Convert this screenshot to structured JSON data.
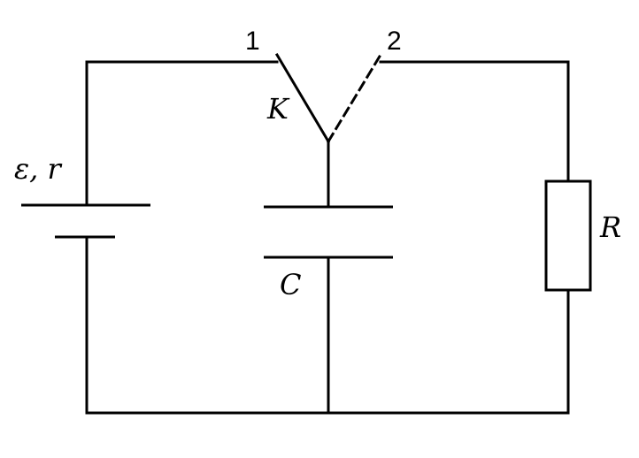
{
  "labels": {
    "terminal_1": "1",
    "terminal_2": "2",
    "switch": "K",
    "source": "ε, r",
    "capacitor": "C",
    "resistor": "R"
  },
  "colors": {
    "line": "#000000",
    "background": "#ffffff"
  }
}
